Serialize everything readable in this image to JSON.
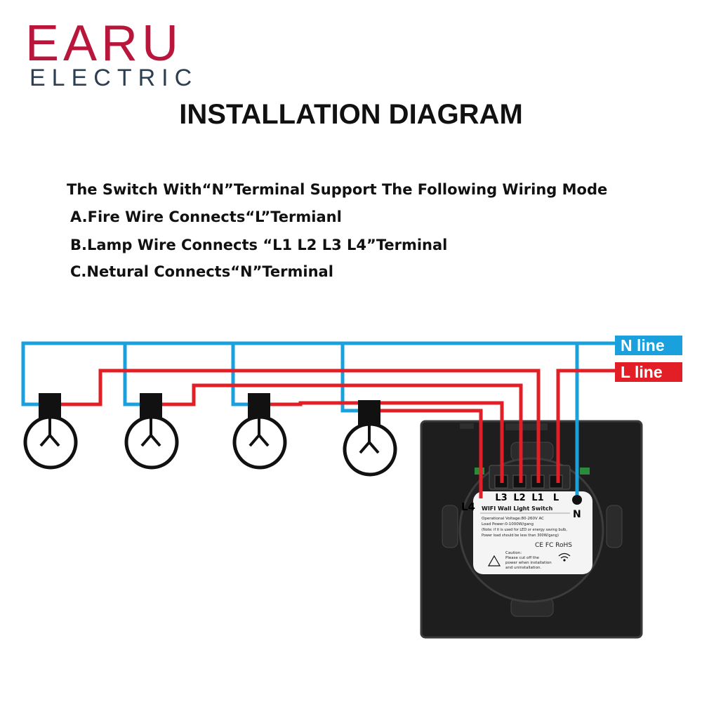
{
  "brand": {
    "name": "EARU",
    "subtitle": "ELECTRIC"
  },
  "title": "INSTALLATION DIAGRAM",
  "instructions": [
    "The Switch With“N”Terminal Support  The Following Wiring Mode",
    "A.Fire Wire Connects“L”Termianl",
    "B.Lamp Wire Connects “L1 L2 L3 L4”Terminal",
    "C.Netural Connects“N”Terminal"
  ],
  "lines": {
    "n_label": "N line",
    "l_label": "L line",
    "n_color": "#1aa0dc",
    "l_color": "#e21f26"
  },
  "switch": {
    "terminals": [
      "L3",
      "L2",
      "L1",
      "L"
    ],
    "terminal_l4": "L4",
    "terminal_n": "N",
    "label_title": "WIFI Wall Light Switch",
    "spec_voltage": "Operational Voltage:80-260V AC",
    "spec_load": "Load Power:0-1000W/gang",
    "spec_note1": "(Note: if it is used for LED or energy saving bulb,",
    "spec_note2": "Power load should be less than 300W/gang)",
    "certs": "CE FC RoHS",
    "caution_title": "Caution:",
    "caution_1": "Please cut off the",
    "caution_2": "power when installation",
    "caution_3": "and uninstallation.",
    "panel_color": "#1e1e1e"
  },
  "bulbs": [
    "bulb-1",
    "bulb-2",
    "bulb-3",
    "bulb-4"
  ]
}
